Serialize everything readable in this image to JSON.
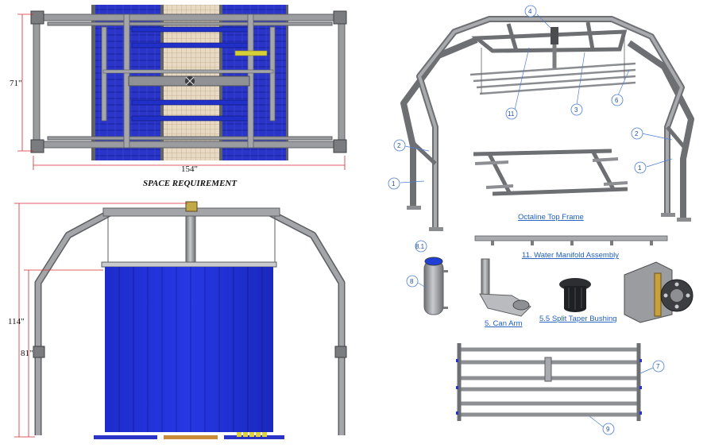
{
  "dimensions": {
    "width_top": "154\"",
    "height_top": "71\"",
    "height_total": "114\"",
    "height_curtain": "81\""
  },
  "captions": {
    "space_requirement": "SPACE REQUIREMENT",
    "top_frame": "Octaline Top Frame",
    "water_manifold": "11. Water Manifold Assembly",
    "can_arm": "5. Can Arm",
    "split_taper": "5.5 Split Taper Bushing"
  },
  "callouts": [
    "4",
    "11",
    "3",
    "6",
    "2",
    "2",
    "1",
    "1",
    "8.1",
    "8",
    "7",
    "9"
  ],
  "colors": {
    "frame": "#8d8f93",
    "frame_dark": "#5d5f63",
    "curtain_blue": "#1f2fd6",
    "belt_blue": "#2a35c8",
    "dimension_red": "#d22b2b",
    "link_blue": "#1f5fbf"
  }
}
